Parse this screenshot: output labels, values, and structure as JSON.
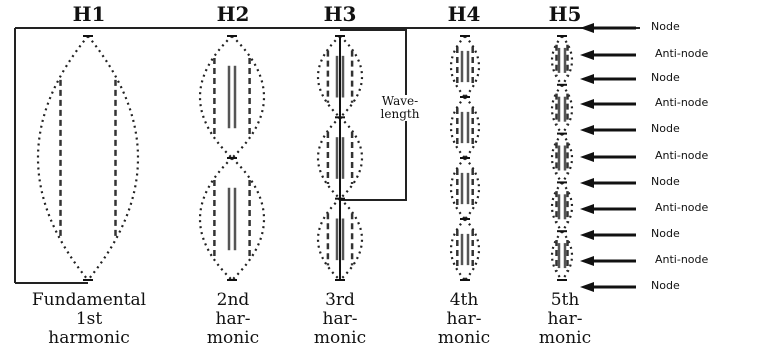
{
  "harmonics": [
    {
      "label": "H1",
      "caption": [
        "Fundamental",
        "1st",
        "harmonic"
      ]
    },
    {
      "label": "H2",
      "caption": [
        "2nd",
        "har-",
        "monic"
      ]
    },
    {
      "label": "H3",
      "caption": [
        "3rd",
        "har-",
        "monic"
      ]
    },
    {
      "label": "H4",
      "caption": [
        "4th",
        "har-",
        "monic"
      ]
    },
    {
      "label": "H5",
      "caption": [
        "5th",
        "har-",
        "monic"
      ]
    }
  ],
  "wavelength_label": [
    "Wave-",
    "length"
  ],
  "arrow_labels": [
    "Node",
    "Anti-node",
    "Node",
    "Anti-node",
    "Node",
    "Anti-node",
    "Node",
    "Anti-node",
    "Node",
    "Anti-node",
    "Node"
  ],
  "colors": {
    "ink": "#111111",
    "background": "#ffffff"
  }
}
